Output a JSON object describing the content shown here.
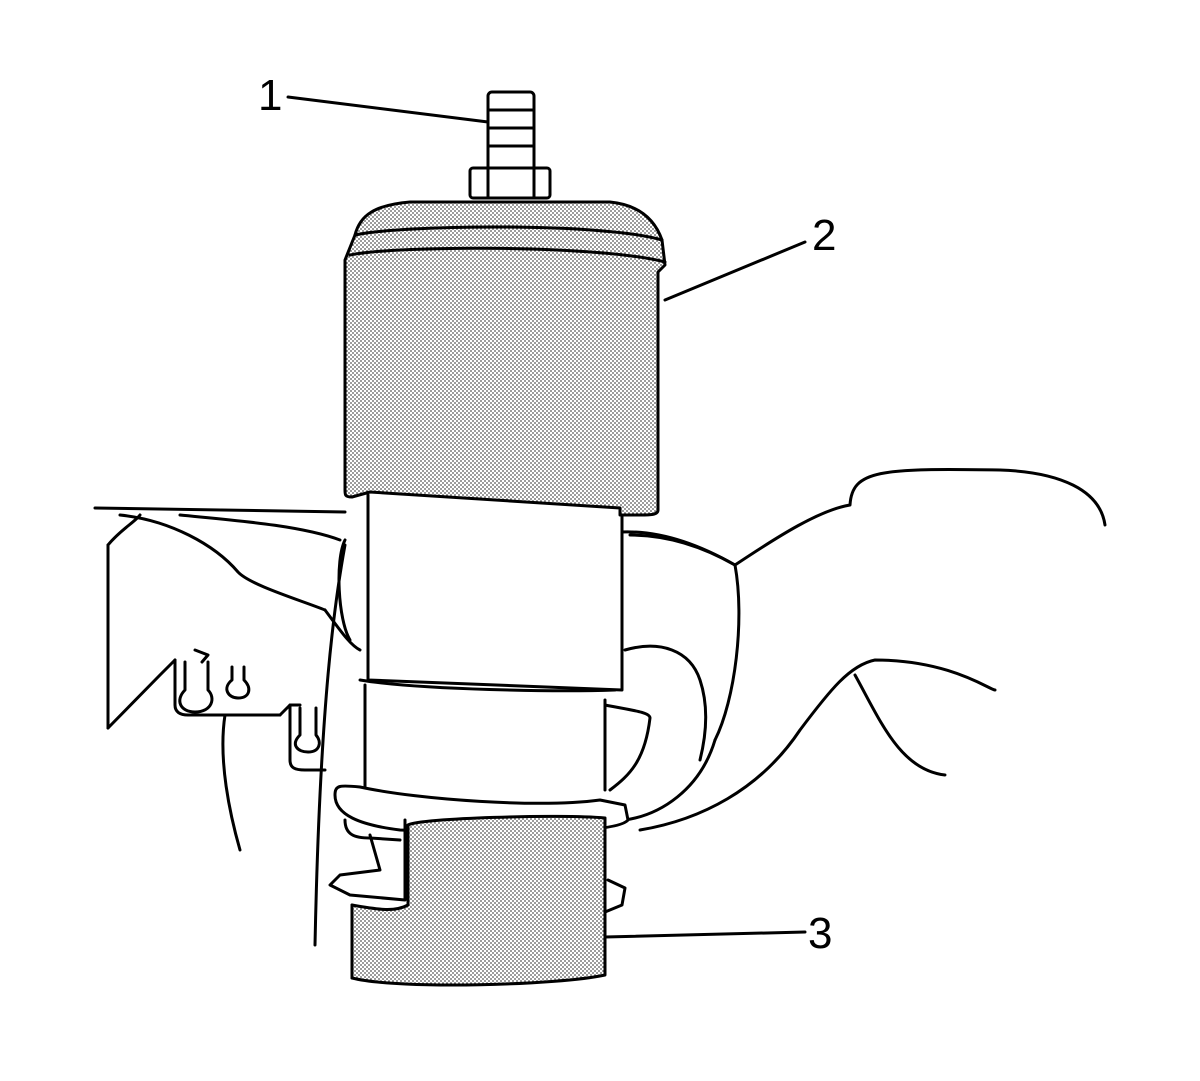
{
  "diagram": {
    "colors": {
      "ink": "#000000",
      "paper": "#ffffff",
      "shade": "#c8c8c8"
    },
    "callouts": [
      {
        "number": "1"
      },
      {
        "number": "2"
      },
      {
        "number": "3"
      }
    ]
  }
}
